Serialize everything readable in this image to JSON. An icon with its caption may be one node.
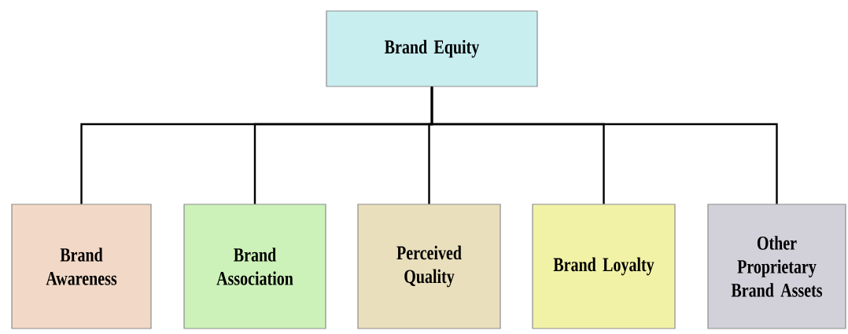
{
  "diagram": {
    "nodes": [
      {
        "text": [
          "Brand Equity"
        ]
      },
      {
        "text": [
          "Brand Awareness"
        ]
      },
      {
        "text": [
          "Brand Association"
        ]
      },
      {
        "text": [
          "Perceived Quality"
        ]
      },
      {
        "text": [
          "Brand Loyalty"
        ]
      },
      {
        "text": [
          "Other Proprietary Brand Assets"
        ]
      }
    ],
    "edges": [
      {
        "from": 0,
        "to": 1,
        "arrow": "none"
      },
      {
        "from": 0,
        "to": 2,
        "arrow": "none"
      },
      {
        "from": 0,
        "to": 3,
        "arrow": "none"
      },
      {
        "from": 0,
        "to": 4,
        "arrow": "none"
      },
      {
        "from": 0,
        "to": 5,
        "arrow": "none"
      }
    ]
  }
}
